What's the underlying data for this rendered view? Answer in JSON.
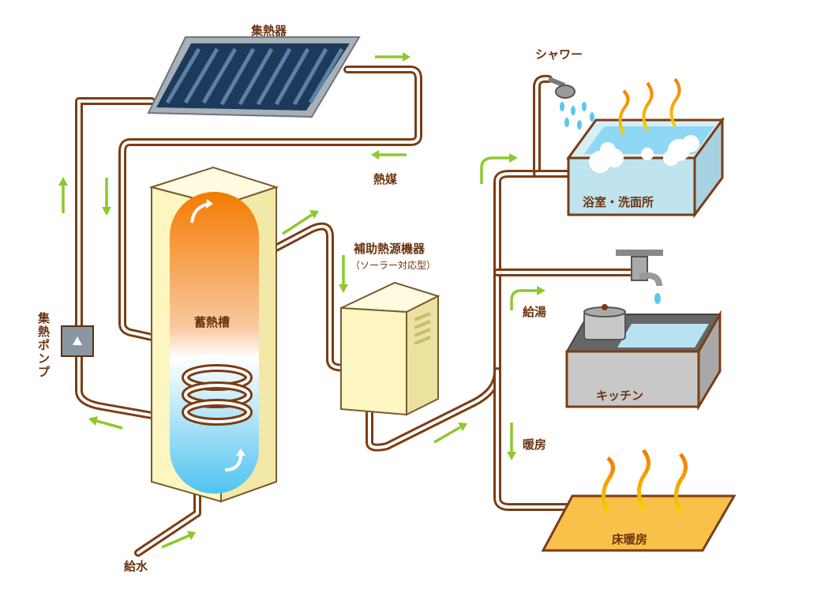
{
  "labels": {
    "collector": "集熱器",
    "shower": "シャワー",
    "heat_medium": "熱媒",
    "aux_heater": "補助熱源機器",
    "aux_heater_sub": "（ソーラー対応型）",
    "storage_tank": "蓄熱槽",
    "pump": "集熱ポンプ",
    "bathroom": "浴室・洗面所",
    "hot_water": "給湯",
    "kitchen": "キッチン",
    "heating": "暖房",
    "floor_heating": "床暖房",
    "water_supply": "給水"
  },
  "colors": {
    "pipe": "#7a3d14",
    "arrow": "#8cc92a",
    "hot": "#f47b00",
    "cold": "#5ac8f0",
    "floor": "#f9c04a"
  }
}
